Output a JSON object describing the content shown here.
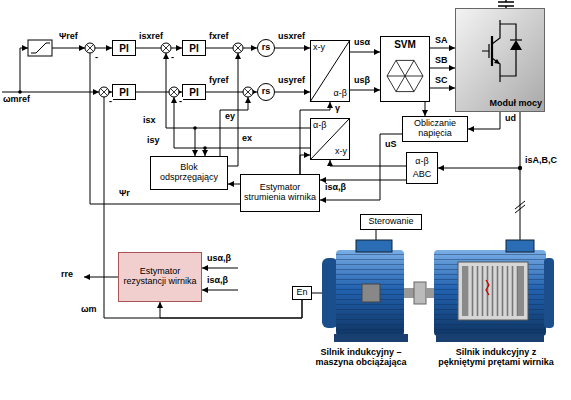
{
  "diagram": {
    "nodes": [
      {
        "text": [
          "PI"
        ]
      },
      {
        "text": [
          "PI"
        ]
      },
      {
        "text": [
          "rs"
        ]
      },
      {
        "text": [
          "x-y",
          "α-β"
        ]
      },
      {
        "text": [
          "SVM"
        ]
      },
      {
        "text": [
          "Moduł mocy"
        ]
      },
      {
        "text": [
          "PI"
        ]
      },
      {
        "text": [
          "PI"
        ]
      },
      {
        "text": [
          "rs"
        ]
      },
      {
        "text": [
          "α-β",
          "x-y"
        ]
      },
      {
        "text": [
          "Obliczanie napięcia"
        ]
      },
      {
        "text": [
          "α-β",
          "ABC"
        ]
      },
      {
        "text": [
          "Blok odsprzęgający"
        ]
      },
      {
        "text": [
          "Estymator strumienia wirnika"
        ]
      },
      {
        "text": [
          "Sterowanie"
        ]
      },
      {
        "text": [
          "Estymator rezystancji wirnika"
        ]
      },
      {
        "text": [
          "En"
        ]
      }
    ],
    "edges": [
      {
        "from": 0,
        "to": 1,
        "arrow": "to"
      },
      {
        "from": 1,
        "to": 2,
        "arrow": "to"
      },
      {
        "from": 2,
        "to": 3,
        "arrow": "to"
      },
      {
        "from": 3,
        "to": 4,
        "arrow": "to"
      },
      {
        "from": 3,
        "to": 4,
        "arrow": "to"
      },
      {
        "from": 4,
        "to": 5,
        "arrow": "to"
      },
      {
        "from": 4,
        "to": 5,
        "arrow": "to"
      },
      {
        "from": 4,
        "to": 5,
        "arrow": "to"
      },
      {
        "from": 6,
        "to": 7,
        "arrow": "to"
      },
      {
        "from": 7,
        "to": 8,
        "arrow": "to"
      },
      {
        "from": 8,
        "to": 3,
        "arrow": "to"
      },
      {
        "from": 5,
        "to": 10,
        "arrow": "to"
      },
      {
        "from": 4,
        "to": 10,
        "arrow": "to"
      },
      {
        "from": 10,
        "to": 13,
        "arrow": "to"
      },
      {
        "from": 11,
        "to": 9,
        "arrow": "to"
      },
      {
        "from": 11,
        "to": 13,
        "arrow": "to"
      },
      {
        "from": 13,
        "to": 9,
        "arrow": "to"
      },
      {
        "from": 13,
        "to": 3,
        "arrow": "to"
      },
      {
        "from": 9,
        "to": 12,
        "arrow": "to"
      },
      {
        "from": 9,
        "to": 12,
        "arrow": "to"
      },
      {
        "from": 13,
        "to": 12,
        "arrow": "to"
      },
      {
        "from": 13,
        "to": 0,
        "arrow": "to"
      },
      {
        "from": 16,
        "to": 6,
        "arrow": "to"
      },
      {
        "from": 16,
        "to": 15,
        "arrow": "to"
      }
    ],
    "labels": [
      "ωmref",
      "Ψref",
      "isxref",
      "fxref",
      "usxref",
      "usα",
      "SA",
      "SB",
      "SC",
      "usβ",
      "fyref",
      "usyref",
      "ey",
      "ex",
      "isx",
      "isy",
      "γ",
      "ud",
      "uS",
      "isα,β",
      "isA,B,C",
      "Ψr",
      "ωm",
      "rre",
      "usα,β",
      "isα,β",
      "Silnik indukcyjny – maszyna obciążająca",
      "Silnik indukcyjny z pękniętymi prętami wirnika",
      "-",
      "-",
      "-",
      "-"
    ]
  }
}
